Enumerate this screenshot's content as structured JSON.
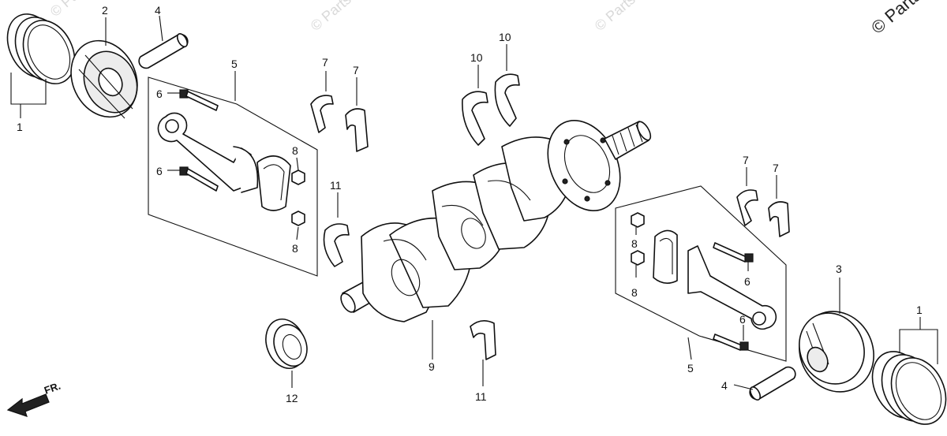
{
  "watermark": {
    "text_main": "© Parts",
    "text_faint_1": "© Parts",
    "text_faint_2": "© Parts",
    "text_faint_3": "© Parts"
  },
  "direction_marker": {
    "label": "FR."
  },
  "callouts": {
    "c1_left": "1",
    "c1_right": "1",
    "c2": "2",
    "c3": "3",
    "c4_top": "4",
    "c4_bottom": "4",
    "c5_left": "5",
    "c5_right": "5",
    "c6_left_top": "6",
    "c6_left_bottom": "6",
    "c6_right_top": "6",
    "c6_right_bottom": "6",
    "c7_a": "7",
    "c7_b": "7",
    "c7_c": "7",
    "c7_d": "7",
    "c8_left_top": "8",
    "c8_left_bottom": "8",
    "c8_right_top": "8",
    "c8_right_bottom": "8",
    "c9": "9",
    "c10_a": "10",
    "c10_b": "10",
    "c11_left": "11",
    "c11_bottom": "11",
    "c12": "12"
  },
  "colors": {
    "ink": "#111111",
    "watermark": "#d9d9d9",
    "background": "#ffffff"
  }
}
